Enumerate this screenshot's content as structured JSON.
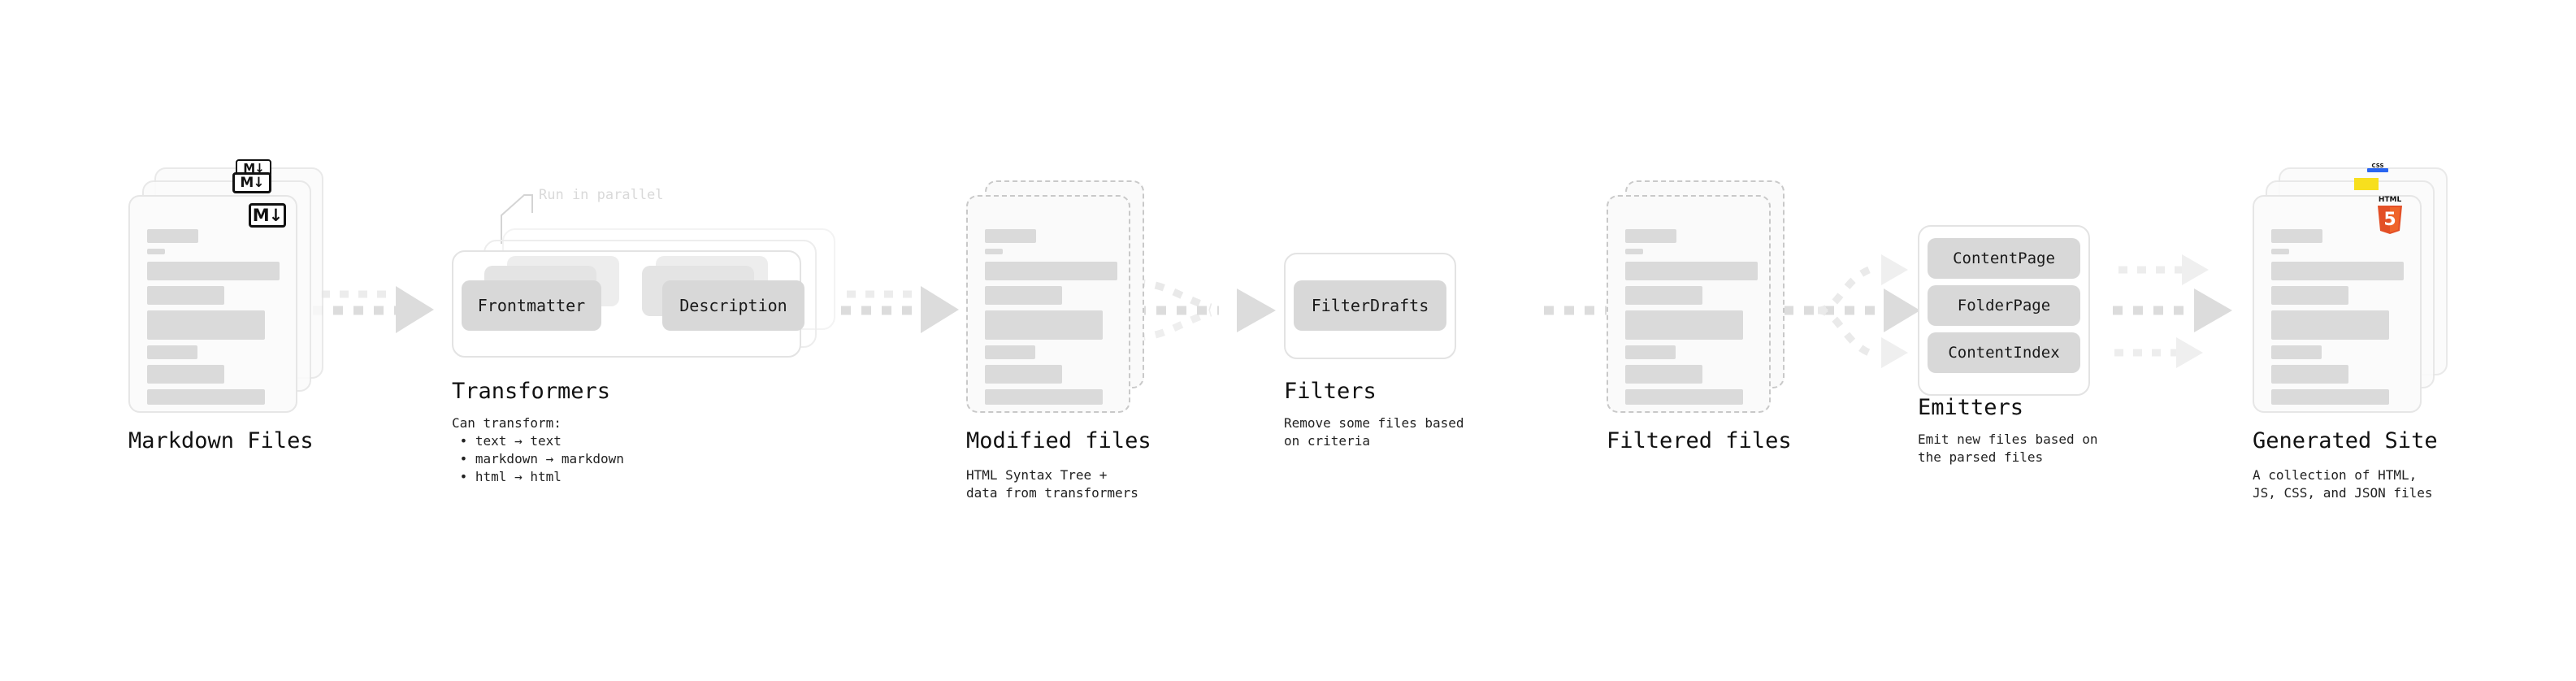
{
  "diagram": {
    "type": "pipeline-flow",
    "background": "#ffffff",
    "accent_gray": "#dadada",
    "chip_gray": "#d8d8d8",
    "arrow_gray": "#dcdcdc",
    "stages": [
      {
        "id": "markdown-files",
        "title": "Markdown Files",
        "subtitle": "",
        "kind": "document-stack",
        "stack_count": 3,
        "badge": "markdown-badge",
        "badge_text": "M↓"
      },
      {
        "id": "transformers",
        "title": "Transformers",
        "subtitle": "Can transform:\n • text → text\n • markdown → markdown\n • html → html",
        "kind": "process-stack",
        "annotation": "Run in parallel",
        "chips": [
          "Frontmatter",
          "Description"
        ]
      },
      {
        "id": "modified-files",
        "title": "Modified files",
        "subtitle": "HTML Syntax Tree +\ndata from transformers",
        "kind": "document-stack-dashed",
        "stack_count": 2
      },
      {
        "id": "filters",
        "title": "Filters",
        "subtitle": "Remove some files based\non criteria",
        "kind": "process",
        "chips": [
          "FilterDrafts"
        ]
      },
      {
        "id": "filtered-files",
        "title": "Filtered files",
        "subtitle": "",
        "kind": "document-stack-dashed",
        "stack_count": 2
      },
      {
        "id": "emitters",
        "title": "Emitters",
        "subtitle": "Emit new files based on\nthe parsed files",
        "kind": "process",
        "chips": [
          "ContentPage",
          "FolderPage",
          "ContentIndex"
        ]
      },
      {
        "id": "generated-site",
        "title": "Generated Site",
        "subtitle": "A collection of HTML,\nJS, CSS, and JSON files",
        "kind": "document-stack",
        "stack_count": 3,
        "badges": [
          "css-badge",
          "js-badge",
          "html5-badge"
        ],
        "badge_text": "CSS"
      }
    ],
    "transformer_chips": [
      {
        "label": "Frontmatter"
      },
      {
        "label": "Description"
      }
    ],
    "filter_chips": [
      {
        "label": "FilterDrafts"
      }
    ],
    "emitter_chips": [
      {
        "label": "ContentPage"
      },
      {
        "label": "FolderPage"
      },
      {
        "label": "ContentIndex"
      }
    ],
    "transform_rules": [
      "• text → text",
      "• markdown → markdown",
      "• html → html"
    ],
    "transform_rules_heading": "Can transform:",
    "parallel_note": "Run in parallel",
    "connectors": [
      {
        "from": "markdown-files",
        "to": "transformers",
        "style": "dotted-arrow",
        "branches": 1
      },
      {
        "from": "transformers",
        "to": "modified-files",
        "style": "dotted-arrow",
        "branches": 1
      },
      {
        "from": "modified-files",
        "to": "filters",
        "style": "dotted-arrow-merge",
        "branches": 3
      },
      {
        "from": "filters",
        "to": "filtered-files",
        "style": "dotted-arrow",
        "branches": 1
      },
      {
        "from": "filtered-files",
        "to": "emitters",
        "style": "dotted-arrow-split",
        "branches": 3
      },
      {
        "from": "emitters",
        "to": "generated-site",
        "style": "dotted-arrow",
        "branches": 3
      }
    ],
    "badges": {
      "markdown": {
        "name": "markdown-badge",
        "text": "M↓",
        "color": "#111111"
      },
      "css": {
        "name": "css-badge",
        "text": "CSS",
        "color": "#2965f1"
      },
      "js": {
        "name": "js-badge",
        "text": "JS",
        "color": "#f7df1e"
      },
      "html5": {
        "name": "html5-badge",
        "text": "HTML",
        "digit": "5",
        "color": "#e34f26"
      }
    }
  }
}
